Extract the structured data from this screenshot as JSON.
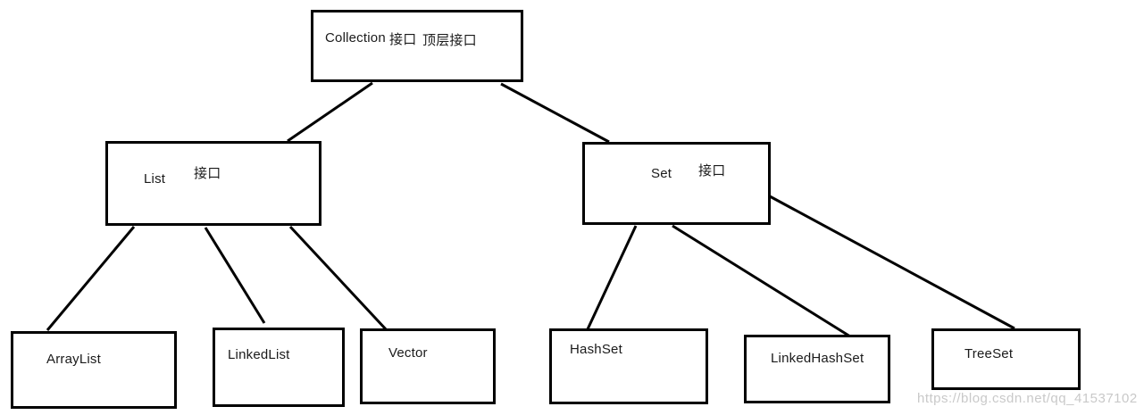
{
  "diagram": {
    "description": "Java Collection interface hierarchy diagram",
    "nodes": {
      "collection": {
        "label": "Collection",
        "tag": "接口",
        "note": "顶层接口"
      },
      "list": {
        "label": "List",
        "tag": "接口"
      },
      "set": {
        "label": "Set",
        "tag": "接口"
      },
      "arraylist": {
        "label": "ArrayList"
      },
      "linkedlist": {
        "label": "LinkedList"
      },
      "vector": {
        "label": "Vector"
      },
      "hashset": {
        "label": "HashSet"
      },
      "linkedhashset": {
        "label": "LinkedHashSet"
      },
      "treeset": {
        "label": "TreeSet"
      }
    },
    "edges": [
      {
        "from": "collection",
        "to": "list"
      },
      {
        "from": "collection",
        "to": "set"
      },
      {
        "from": "list",
        "to": "arraylist"
      },
      {
        "from": "list",
        "to": "linkedlist"
      },
      {
        "from": "list",
        "to": "vector"
      },
      {
        "from": "set",
        "to": "hashset"
      },
      {
        "from": "set",
        "to": "linkedhashset"
      },
      {
        "from": "set",
        "to": "treeset"
      }
    ]
  },
  "watermark": "https://blog.csdn.net/qq_41537102",
  "colors": {
    "background": "#ffffff",
    "border": "#000000",
    "connector": "#000000",
    "text": "#1a1a1a",
    "watermark": "#c9c9c9"
  }
}
